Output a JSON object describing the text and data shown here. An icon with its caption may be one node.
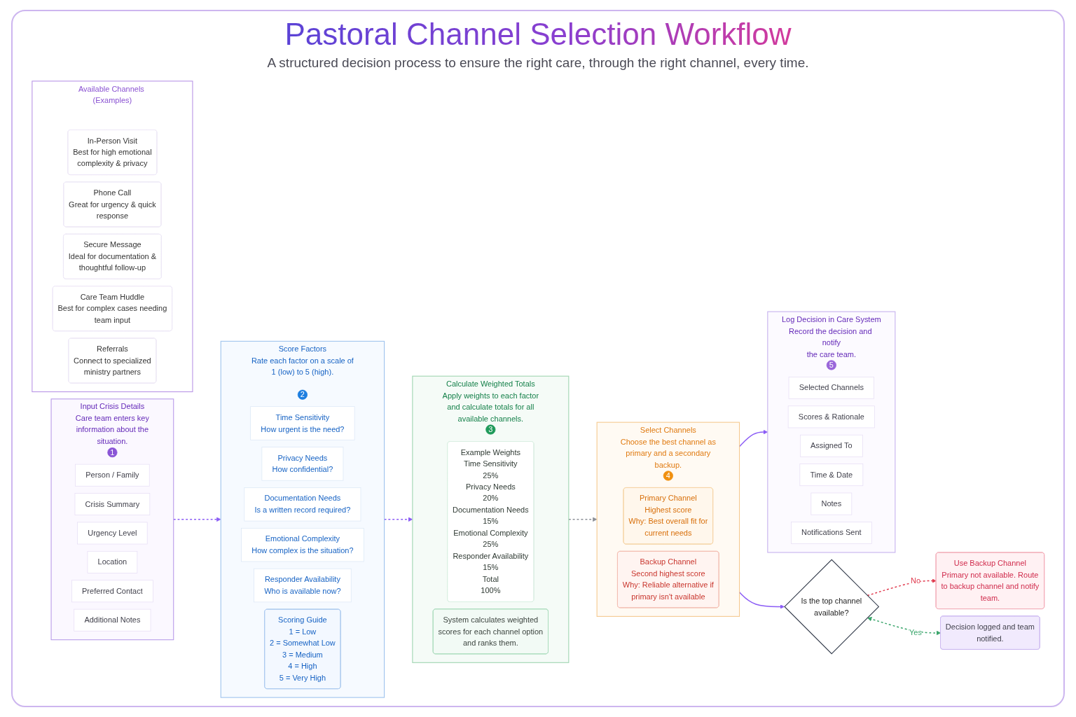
{
  "diagram": {
    "title": "Pastoral Channel Selection Workflow",
    "nodes": [
      {
        "text": [
          "Input Crisis Details",
          "Care team enters key information about the situation."
        ]
      },
      {
        "text": [
          "1"
        ],
        "in": 0
      },
      {
        "text": [
          "Person / Family"
        ],
        "in": 0
      },
      {
        "text": [
          "Crisis Summary"
        ],
        "in": 0
      },
      {
        "text": [
          "Urgency Level"
        ],
        "in": 0
      },
      {
        "text": [
          "Location"
        ],
        "in": 0
      },
      {
        "text": [
          "Preferred Contact"
        ],
        "in": 0
      },
      {
        "text": [
          "Additional Notes"
        ],
        "in": 0
      },
      {
        "text": [
          "Score Factors",
          "Rate each factor on a scale of 1 (low) to 5 (high)."
        ]
      },
      {
        "text": [
          "2"
        ],
        "in": 8
      },
      {
        "text": [
          "Time Sensitivity",
          "How urgent is the need?"
        ],
        "in": 8
      },
      {
        "text": [
          "Privacy Needs",
          "How confidential?"
        ],
        "in": 8
      },
      {
        "text": [
          "Documentation Needs",
          "Is a written record required?"
        ],
        "in": 8
      },
      {
        "text": [
          "Emotional Complexity",
          "How complex is the situation?"
        ],
        "in": 8
      },
      {
        "text": [
          "Responder Availability",
          "Who is available now?"
        ],
        "in": 8
      },
      {
        "text": [
          "Scoring Guide",
          "1 = Low",
          "2 = Somewhat Low",
          "3 = Medium",
          "4 = High",
          "5 = Very High"
        ],
        "in": 8
      },
      {
        "text": [
          "Calculate Weighted Totals",
          "Apply weights to each factor and calculate totals for all available channels."
        ]
      },
      {
        "text": [
          "3"
        ],
        "in": 16
      },
      {
        "text": [
          "Example Weights",
          "Time Sensitivity",
          "25%",
          "Privacy Needs",
          "20%",
          "Documentation Needs",
          "15%",
          "Emotional Complexity",
          "25%",
          "Responder Availability",
          "15%",
          "Total",
          "100%"
        ],
        "in": 16
      },
      {
        "text": [
          "System calculates weighted scores for each channel option and ranks them."
        ],
        "in": 16
      },
      {
        "text": [
          "Select Channels",
          "Choose the best channel as primary and a secondary backup."
        ]
      },
      {
        "text": [
          "4"
        ],
        "in": 20
      },
      {
        "text": [
          "Primary Channel",
          "Highest score",
          "Why: Best overall fit for current needs"
        ],
        "in": 20
      },
      {
        "text": [
          "Backup Channel",
          "Second highest score",
          "Why: Reliable alternative if primary isn't available"
        ],
        "in": 20
      },
      {
        "text": [
          "Log Decision in Care System",
          "Record the decision and notify the care team."
        ]
      },
      {
        "text": [
          "5"
        ],
        "in": 24
      },
      {
        "text": [
          "Selected Channels"
        ],
        "in": 24
      },
      {
        "text": [
          "Scores & Rationale"
        ],
        "in": 24
      },
      {
        "text": [
          "Assigned To"
        ],
        "in": 24
      },
      {
        "text": [
          "Time & Date"
        ],
        "in": 24
      },
      {
        "text": [
          "Notes"
        ],
        "in": 24
      },
      {
        "text": [
          "Notifications Sent"
        ],
        "in": 24
      },
      {
        "text": [
          "Decision logged and team notified."
        ]
      },
      {
        "text": [
          "Use Backup Channel",
          "Primary not available. Route to backup channel and notify team."
        ]
      },
      {
        "text": [
          "Is the top channel available?"
        ]
      },
      {
        "text": [
          "Available Channels (Examples)"
        ]
      },
      {
        "text": [
          "In-Person Visit",
          "Best for high emotional complexity & privacy"
        ],
        "in": 35
      },
      {
        "text": [
          "Phone Call",
          "Great for urgency & quick response"
        ],
        "in": 35
      },
      {
        "text": [
          "Secure Message",
          "Ideal for documentation & thoughtful follow-up"
        ],
        "in": 35
      },
      {
        "text": [
          "Care Team Huddle",
          "Best for complex cases needing team input"
        ],
        "in": 35
      },
      {
        "text": [
          "Referrals",
          "Connect to specialized ministry partners"
        ],
        "in": 35
      }
    ],
    "edges": [
      {
        "from": 0,
        "to": 8,
        "arrow": "to",
        "style": "dashed"
      },
      {
        "from": 8,
        "to": 16,
        "arrow": "to",
        "style": "dashed"
      },
      {
        "from": 16,
        "to": 20,
        "arrow": "to",
        "style": "dashed",
        "color": "#8c8f97"
      },
      {
        "from": 20,
        "to": 24,
        "arrow": "to"
      },
      {
        "from": 20,
        "to": 34,
        "arrow": "to"
      },
      {
        "from": 34,
        "to": 33,
        "arrow": "to",
        "label": "No",
        "style": "dashed",
        "color": "#e03a4e"
      },
      {
        "from": 34,
        "to": 32,
        "arrow": "both",
        "label": "Yes",
        "style": "dashed",
        "color": "#3aa56b"
      }
    ],
    "labels": [
      "A structured decision process to ensure the right care, through the right channel, every time."
    ]
  }
}
